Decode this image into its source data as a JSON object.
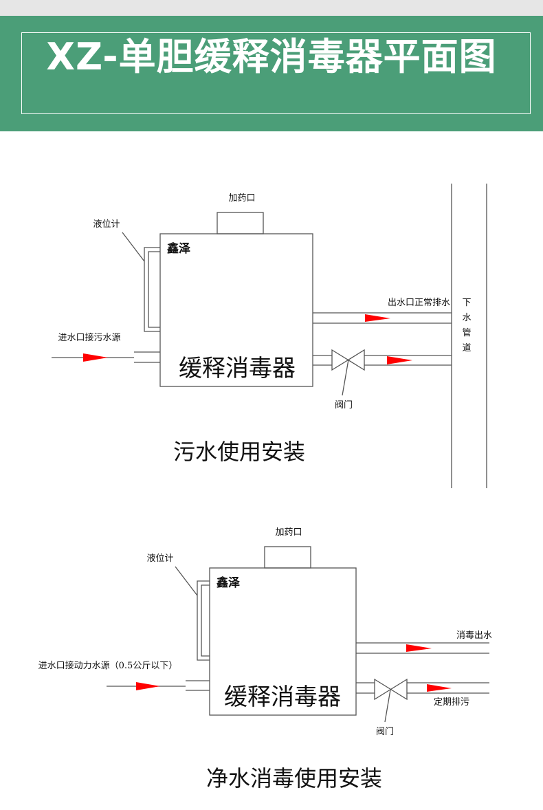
{
  "header": {
    "title": "XZ-单胆缓释消毒器平面图"
  },
  "colors": {
    "banner": "#4b9e78",
    "arrow": "#ff0000"
  },
  "diagram_sewage": {
    "dosing_port": "加药口",
    "level_gauge": "液位计",
    "brand": "鑫泽",
    "device": "缓释消毒器",
    "outlet_label": "出水口正常排水",
    "drain_pipe_chars": [
      "下",
      "水",
      "管",
      "道"
    ],
    "inlet_label": "进水口接污水源",
    "valve_label": "阀门",
    "caption": "污水使用安装"
  },
  "diagram_clean": {
    "dosing_port": "加药口",
    "level_gauge": "液位计",
    "brand": "鑫泽",
    "device": "缓释消毒器",
    "outlet_label": "消毒出水",
    "drain_label": "定期排污",
    "inlet_label": "进水口接动力水源（0.5公斤以下）",
    "valve_label": "阀门",
    "caption": "净水消毒使用安装"
  }
}
